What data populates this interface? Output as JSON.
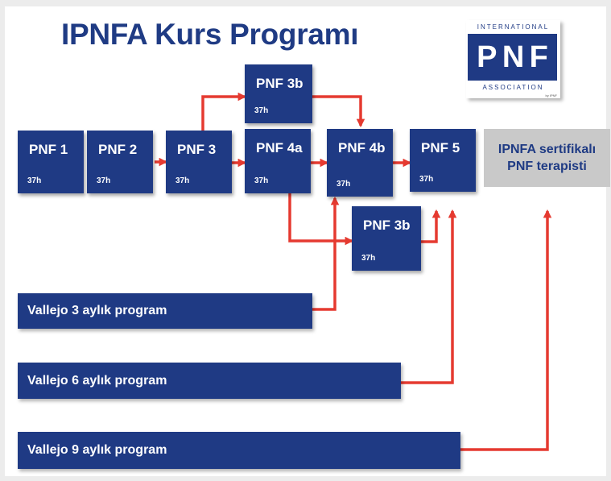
{
  "title": "IPNFA Kurs Programı",
  "logo": {
    "top_text": "INTERNATIONAL",
    "letters": [
      "P",
      "N",
      "F"
    ],
    "bottom_text": "ASSOCIATION",
    "tiny_text": "by IPNF"
  },
  "courses": {
    "pnf1": {
      "name": "PNF 1",
      "hours": "37h"
    },
    "pnf2": {
      "name": "PNF 2",
      "hours": "37h"
    },
    "pnf3": {
      "name": "PNF 3",
      "hours": "37h"
    },
    "pnf3b_top": {
      "name": "PNF 3b",
      "hours": "37h"
    },
    "pnf4a": {
      "name": "PNF 4a",
      "hours": "37h"
    },
    "pnf4b": {
      "name": "PNF 4b",
      "hours": "37h"
    },
    "pnf5": {
      "name": "PNF 5",
      "hours": "37h"
    },
    "pnf3b_bottom": {
      "name": "PNF 3b",
      "hours": "37h"
    }
  },
  "certificate": {
    "line1": "IPNFA sertifikalı",
    "line2": "PNF terapisti"
  },
  "programs": {
    "three_month": "Vallejo 3 aylık program",
    "six_month": "Vallejo 6 aylık program",
    "nine_month": "Vallejo 9 aylık program"
  },
  "colors": {
    "box_blue": "#1f3a84",
    "title_blue": "#1f3b84",
    "arrow_red": "#e53a30",
    "certificate_gray": "#c9c9c9"
  }
}
